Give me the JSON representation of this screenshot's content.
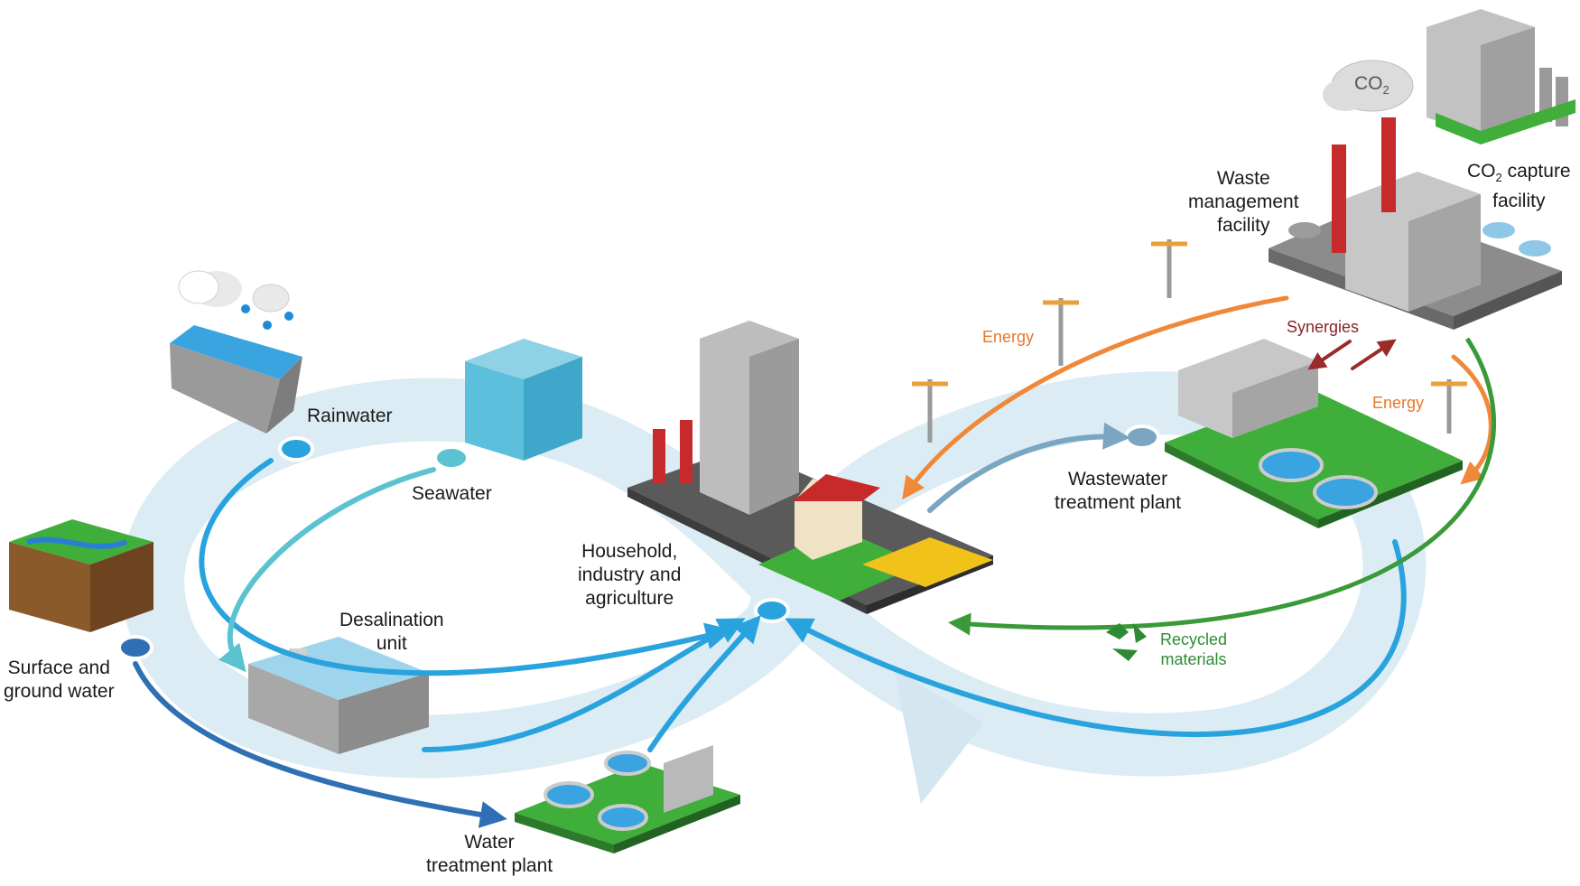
{
  "labels": {
    "rainwater": "Rainwater",
    "seawater": "Seawater",
    "surface": [
      "Surface and",
      "ground water"
    ],
    "desalination": [
      "Desalination",
      "unit"
    ],
    "water_treatment": [
      "Water",
      "treatment plant"
    ],
    "household": [
      "Household,",
      "industry and",
      "agriculture"
    ],
    "wastewater": [
      "Wastewater",
      "treatment plant"
    ],
    "waste_mgmt": [
      "Waste",
      "management",
      "facility"
    ],
    "co2_capture": {
      "pre": "CO",
      "sub": "2",
      "post": " capture",
      "line2": "facility"
    },
    "energy_top": "Energy",
    "energy_right": "Energy",
    "synergies": "Synergies",
    "recycled": [
      "Recycled",
      "materials"
    ],
    "cloud_co2": {
      "pre": "CO",
      "sub": "2"
    }
  },
  "colors": {
    "loop": "#dcecf4",
    "water_flow": "#29a3dd",
    "water_flow_dark": "#2f6fb4",
    "energy": "#f0883a",
    "synergy": "#9b2b2b",
    "recycle": "#3a9a3a",
    "grass": "#3fae3a"
  }
}
